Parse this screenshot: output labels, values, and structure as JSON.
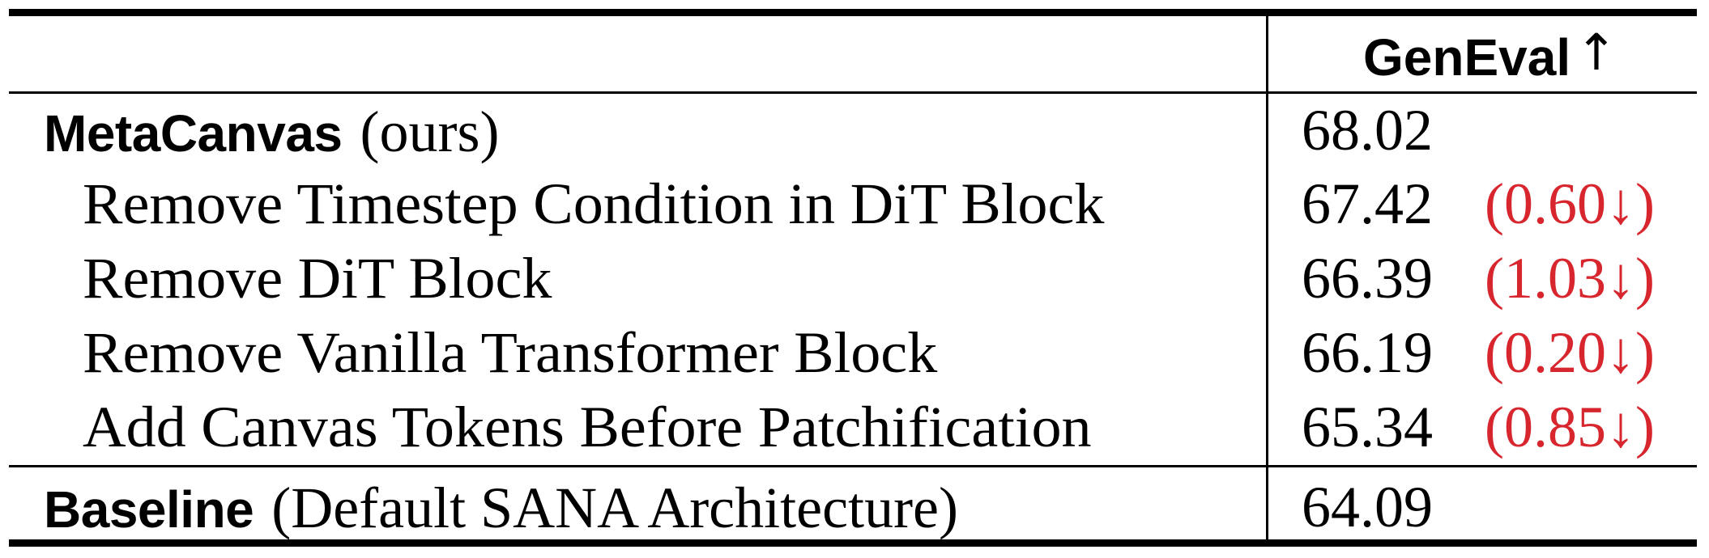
{
  "table": {
    "header": {
      "metric_label": "GenEval",
      "metric_arrow": "↑"
    },
    "main_row": {
      "name_bold": "MetaCanvas",
      "name_suffix": "(ours)",
      "value": "68.02"
    },
    "ablations": [
      {
        "label": "Remove Timestep Condition in DiT Block",
        "value": "67.42",
        "delta": "(0.60↓)"
      },
      {
        "label": "Remove DiT Block",
        "value": "66.39",
        "delta": "(1.03↓)"
      },
      {
        "label": "Remove Vanilla Transformer Block",
        "value": "66.19",
        "delta": "(0.20↓)"
      },
      {
        "label": "Add Canvas Tokens Before Patchification",
        "value": "65.34",
        "delta": "(0.85↓)"
      }
    ],
    "baseline_row": {
      "name_bold": "Baseline",
      "name_suffix": "(Default SANA Architecture)",
      "value": "64.09"
    },
    "colors": {
      "delta": "#d7262e",
      "rules": "#000000"
    }
  }
}
